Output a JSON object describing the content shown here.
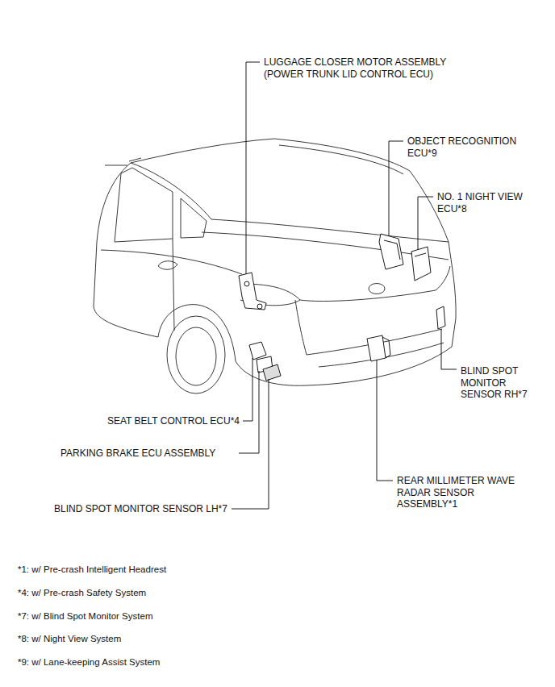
{
  "diagram": {
    "labels": [
      "LUGGAGE CLOSER MOTOR ASSEMBLY (POWER TRUNK LID CONTROL ECU)",
      "OBJECT RECOGNITION ECU*9",
      "NO. 1 NIGHT VIEW ECU*8",
      "BLIND SPOT MONITOR SENSOR RH*7",
      "REAR MILLIMETER WAVE RADAR SENSOR ASSEMBLY*1",
      "SEAT BELT CONTROL ECU*4",
      "PARKING BRAKE ECU ASSEMBLY",
      "BLIND SPOT MONITOR SENSOR LH*7",
      "*1: w/ Pre-crash Intelligent Headrest",
      "*4: w/ Pre-crash Safety System",
      "*7: w/ Blind Spot Monitor System",
      "*8: w/ Night View System",
      "*9: w/ Lane-keeping Assist System"
    ]
  }
}
